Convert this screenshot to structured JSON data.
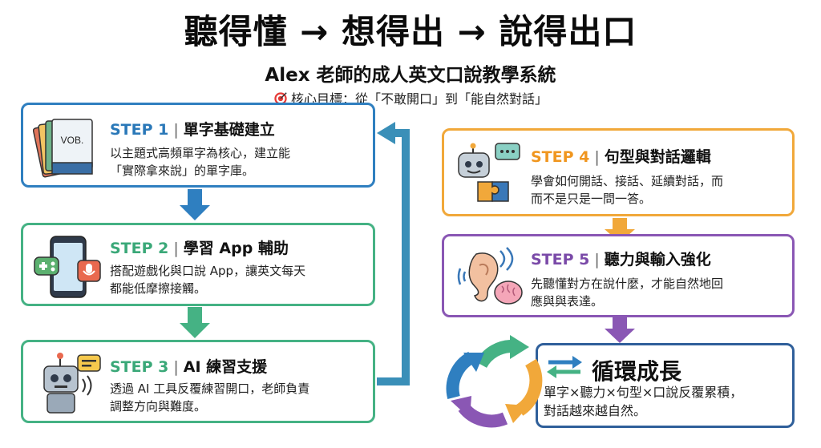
{
  "title": "聽得懂 → 想得出 → 說得出口",
  "subtitle": "Alex 老師的成人英文口說教學系統",
  "goal": "核心目標：從「不敢開口」到「能自然對話」",
  "goal_icon": "target-icon",
  "steps": [
    {
      "step": "STEP 1",
      "sep": "|",
      "title": "單字基礎建立",
      "desc_line1": "以主題式高頻單字為核心，建立能",
      "desc_line2": "「實際拿來說」的單字庫。",
      "book_label": "VOB.",
      "icon": "vocabulary-books-icon",
      "color": "#2f7fc0"
    },
    {
      "step": "STEP 2",
      "sep": "|",
      "title": "學習 App 輔助",
      "desc_line1": "搭配遊戲化與口說 App，讓英文每天",
      "desc_line2": "都能低摩擦接觸。",
      "icon": "smartphone-app-icon",
      "color": "#45b284"
    },
    {
      "step": "STEP 3",
      "sep": "|",
      "title": "AI 練習支援",
      "desc_line1": "透過 AI 工具反覆練習開口，老師負責",
      "desc_line2": "調整方向與難度。",
      "icon": "ai-robot-icon",
      "color": "#45b284"
    },
    {
      "step": "STEP 4",
      "sep": "|",
      "title": "句型與對話邏輯",
      "desc_line1": "學會如何開話、接話、延續對話，而",
      "desc_line2": "而不是只是一問一答。",
      "icon": "robot-puzzle-icon",
      "color": "#f1a83a"
    },
    {
      "step": "STEP 5",
      "sep": "|",
      "title": "聽力與輸入強化",
      "desc_line1": "先聽懂對方在說什麼，才能自然地回",
      "desc_line2": "應與與表達。",
      "icon": "ear-brain-icon",
      "color": "#8a57b4"
    }
  ],
  "growth": {
    "title": "循環成長",
    "desc_line1": "單字×聽力×句型×口說反覆累積，",
    "desc_line2": "對話越來越自然。",
    "icon": "cycle-arrows-icon",
    "color": "#2f5f9a"
  },
  "colors": {
    "blue": "#2f7fc0",
    "green": "#45b284",
    "orange": "#f1a83a",
    "purple": "#8a57b4",
    "navy": "#2f5f9a",
    "teal": "#3a8fb8"
  }
}
